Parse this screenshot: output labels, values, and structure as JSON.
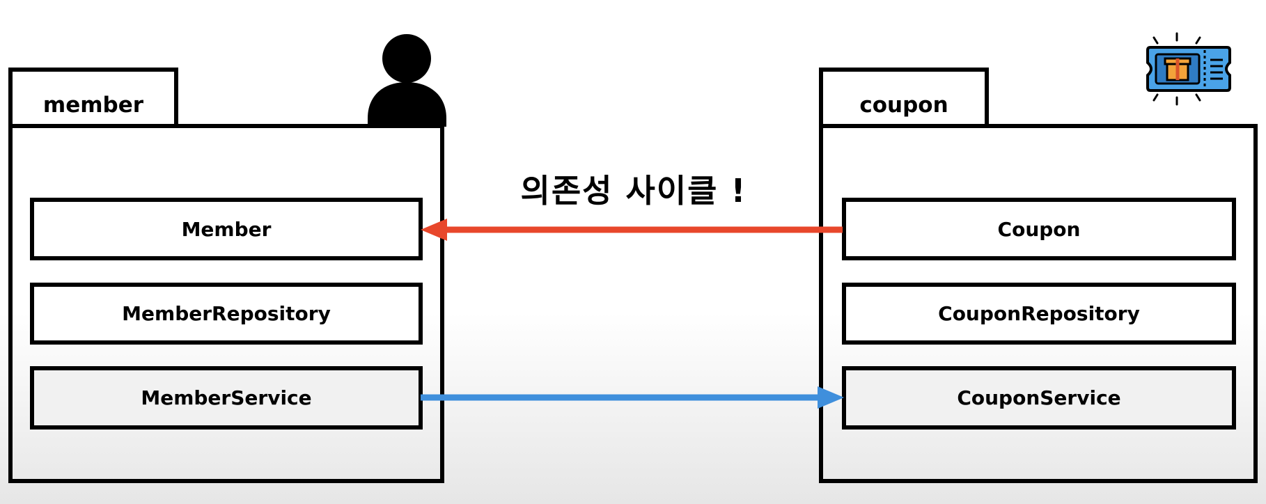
{
  "diagram": {
    "cycle_label": "의존성 사이클 !",
    "packages": [
      {
        "name": "member",
        "icon": "person-icon",
        "classes": [
          "Member",
          "MemberRepository",
          "MemberService"
        ]
      },
      {
        "name": "coupon",
        "icon": "coupon-ticket-icon",
        "classes": [
          "Coupon",
          "CouponRepository",
          "CouponService"
        ]
      }
    ],
    "dependencies": [
      {
        "from": "Coupon",
        "to": "Member",
        "color": "#e8472b"
      },
      {
        "from": "MemberService",
        "to": "CouponService",
        "color": "#3f8fdc"
      }
    ]
  }
}
